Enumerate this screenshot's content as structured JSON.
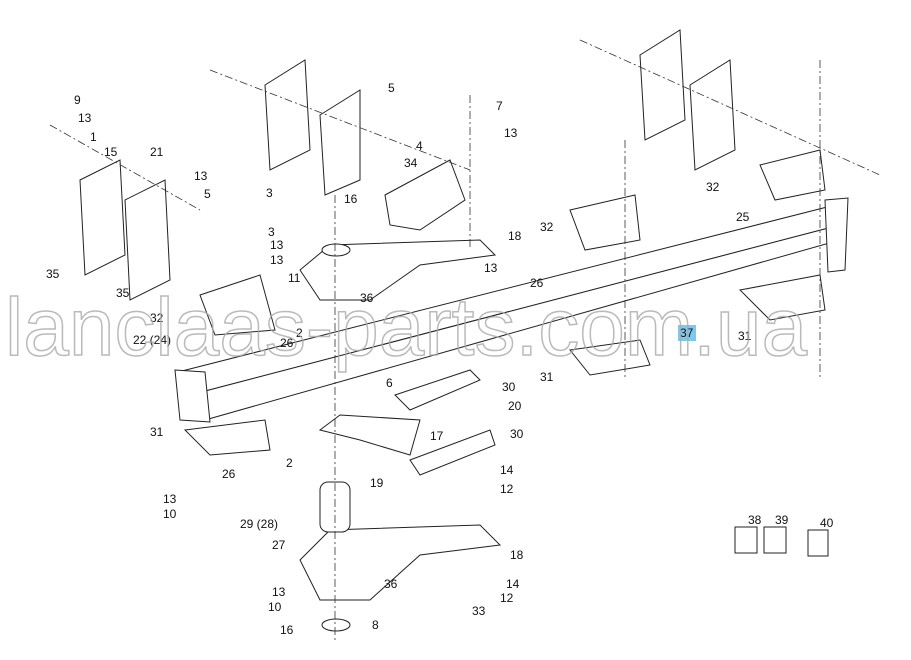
{
  "watermark": "lanclaas-parts.com.ua",
  "highlighted_callout": "37",
  "callouts": [
    "9",
    "13",
    "1",
    "15",
    "21",
    "13",
    "5",
    "35",
    "35",
    "5",
    "7",
    "13",
    "4",
    "34",
    "3",
    "16",
    "3",
    "13",
    "13",
    "11",
    "18",
    "13",
    "26",
    "36",
    "32",
    "22 (24)",
    "26",
    "2",
    "6",
    "30",
    "20",
    "17",
    "30",
    "31",
    "26",
    "2",
    "19",
    "14",
    "12",
    "13",
    "10",
    "29 (28)",
    "27",
    "18",
    "36",
    "14",
    "12",
    "33",
    "13",
    "10",
    "16",
    "8",
    "32",
    "25",
    "32",
    "31",
    "31",
    "37",
    "38",
    "39",
    "40"
  ],
  "colors": {
    "highlight": "#7ec8ee",
    "line": "#222222"
  }
}
